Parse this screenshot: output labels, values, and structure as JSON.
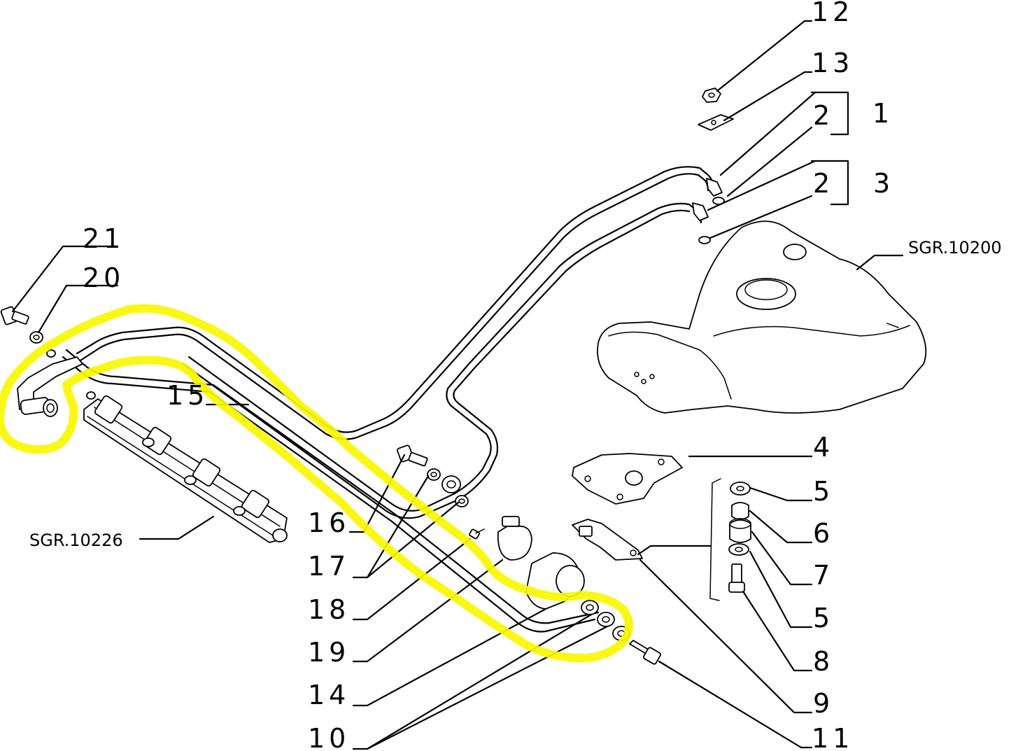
{
  "labels": {
    "p1": "1",
    "p2a": "2",
    "p2b": "2",
    "p3": "3",
    "p4": "4",
    "p5a": "5",
    "p5b": "5",
    "p6": "6",
    "p7": "7",
    "p8": "8",
    "p9": "9",
    "p10": "10",
    "p11": "11",
    "p12": "12",
    "p13": "13",
    "p14": "14",
    "p15": "15",
    "p16": "16",
    "p17": "17",
    "p18": "18",
    "p19": "19",
    "p20": "20",
    "p21": "21"
  },
  "references": {
    "tank": "SGR.10200",
    "rail": "SGR.10226"
  },
  "colors": {
    "line": "#000000",
    "highlight": "#f7f700",
    "background": "#ffffff"
  }
}
